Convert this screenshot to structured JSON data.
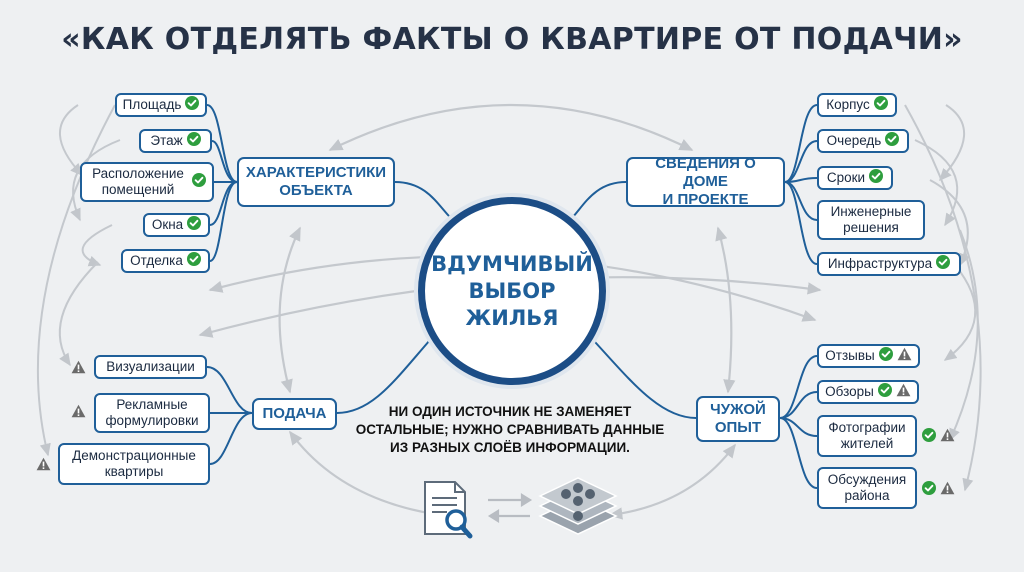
{
  "title": "«КАК ОТДЕЛЯТЬ ФАКТЫ О КВАРТИРЕ ОТ ПОДАЧИ»",
  "center": {
    "line1": "ВДУМЧИВЫЙ",
    "line2": "ВЫБОР",
    "line3": "ЖИЛЬЯ"
  },
  "hubs": {
    "object": {
      "line1": "ХАРАКТЕРИСТИКИ",
      "line2": "ОБЪЕКТА"
    },
    "house": {
      "line1": "СВЕДЕНИЯ О ДОМЕ",
      "line2": "И ПРОЕКТЕ"
    },
    "pitch": {
      "line1": "ПОДАЧА"
    },
    "others": {
      "line1": "ЧУЖОЙ",
      "line2": "ОПЫТ"
    }
  },
  "object_items": [
    {
      "label": "Площадь",
      "status": "check"
    },
    {
      "label": "Этаж",
      "status": "check"
    },
    {
      "label": "Расположение помещений",
      "status": "check"
    },
    {
      "label": "Окна",
      "status": "check"
    },
    {
      "label": "Отделка",
      "status": "check"
    }
  ],
  "house_items": [
    {
      "label": "Корпус",
      "status": "check"
    },
    {
      "label": "Очередь",
      "status": "check"
    },
    {
      "label": "Сроки",
      "status": "check"
    },
    {
      "label": "Инженерные решения",
      "status": "none"
    },
    {
      "label": "Инфраструктура",
      "status": "check"
    }
  ],
  "pitch_items": [
    {
      "label": "Визуализации",
      "status": "warn"
    },
    {
      "label": "Рекламные формулировки",
      "status": "warn"
    },
    {
      "label": "Демонстрационные квартиры",
      "status": "warn"
    }
  ],
  "others_items": [
    {
      "label": "Отзывы",
      "status": "check-warn"
    },
    {
      "label": "Обзоры",
      "status": "check-warn"
    },
    {
      "label": "Фотографии жителей",
      "status": "check-warn"
    },
    {
      "label": "Обсуждения района",
      "status": "check-warn"
    }
  ],
  "note": "НИ ОДИН ИСТОЧНИК НЕ ЗАМЕНЯЕТ ОСТАЛЬНЫЕ; НУЖНО СРАВНИВАТЬ ДАННЫЕ ИЗ РАЗНЫХ СЛОЁВ ИНФОРМАЦИИ.",
  "icons": [
    "document-search-icon",
    "swap-arrows-icon",
    "layers-stack-icon"
  ],
  "colors": {
    "accent": "#1f5f99",
    "check": "#2e9e3e",
    "warn": "#6a6a6a",
    "connector": "#bfc3c8"
  }
}
